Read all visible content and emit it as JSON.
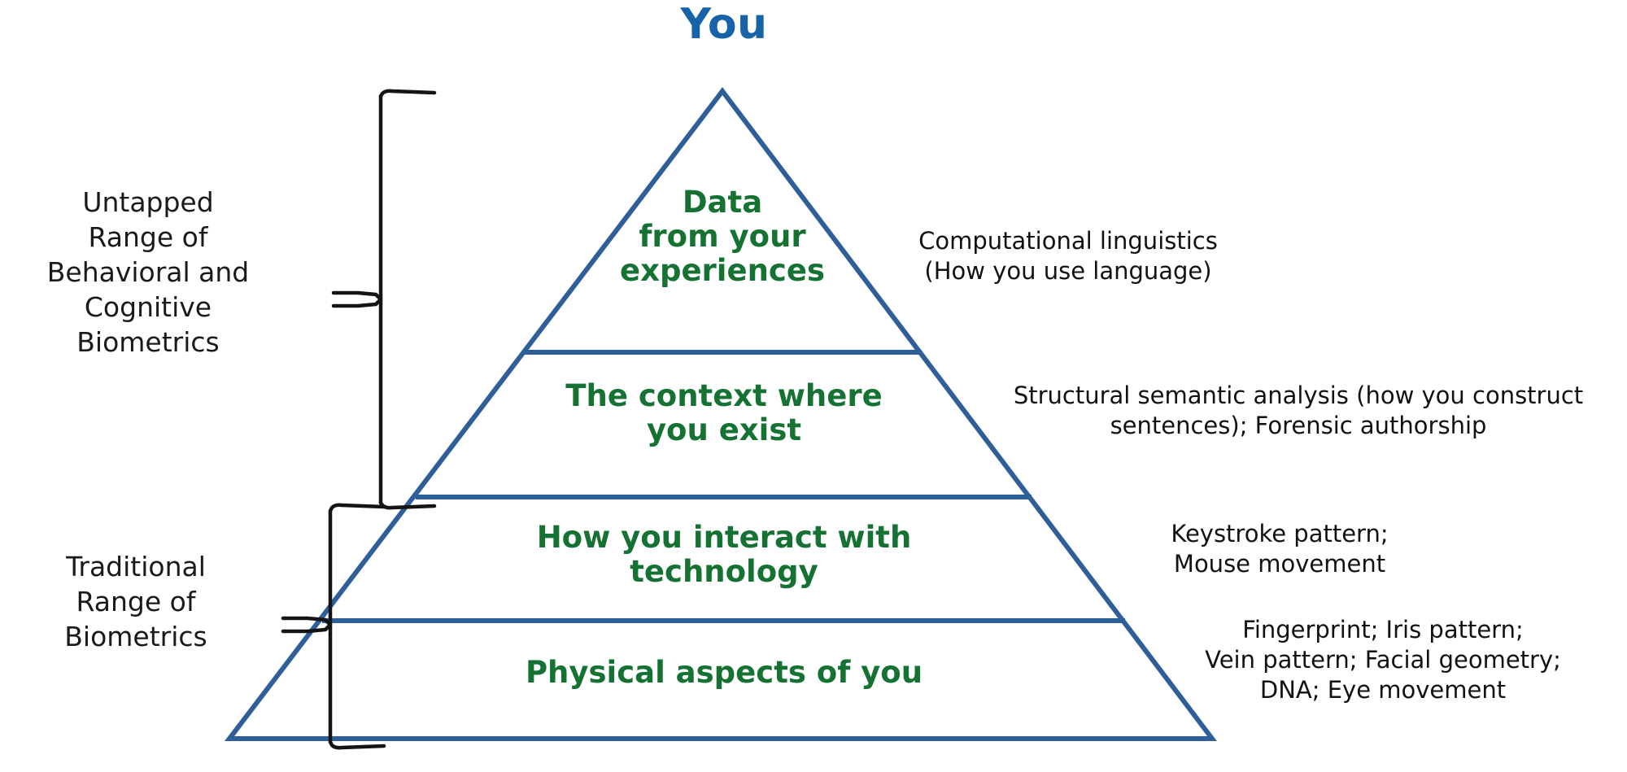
{
  "title": "You",
  "colors": {
    "title_blue": "#1763a8",
    "pyramid_stroke": "#2f5f98",
    "tier_text_green": "#157233",
    "annotation_text": "#121212",
    "bracket_stroke": "#141414",
    "background": "#ffffff"
  },
  "groups": [
    {
      "id": "untapped",
      "label": "Untapped\nRange of\nBehavioral and\nCognitive\nBiometrics",
      "lines": [
        "Untapped",
        "Range of",
        "Behavioral and",
        "Cognitive",
        "Biometrics"
      ]
    },
    {
      "id": "traditional",
      "label": "Traditional\nRange of\nBiometrics",
      "lines": [
        "Traditional",
        "Range of",
        "Biometrics"
      ]
    }
  ],
  "pyramid": {
    "tiers": [
      {
        "id": "experiences",
        "label": "Data\nfrom your\nexperiences",
        "lines": [
          "Data",
          "from your",
          "experiences"
        ],
        "annotation": "Computational linguistics\n(How you use language)",
        "annotation_lines": [
          "Computational linguistics",
          "(How you use language)"
        ]
      },
      {
        "id": "context",
        "label": "The context where\nyou exist",
        "lines": [
          "The context where",
          "you exist"
        ],
        "annotation": "Structural semantic analysis (how you construct\nsentences);  Forensic authorship",
        "annotation_lines": [
          "Structural semantic analysis (how you construct",
          "sentences);  Forensic authorship"
        ]
      },
      {
        "id": "technology",
        "label": "How you interact with\ntechnology",
        "lines": [
          "How you interact with",
          "technology"
        ],
        "annotation": "Keystroke pattern;\nMouse movement",
        "annotation_lines": [
          "Keystroke pattern;",
          "Mouse movement"
        ]
      },
      {
        "id": "physical",
        "label": "Physical aspects of you",
        "lines": [
          "Physical aspects of you"
        ],
        "annotation": "Fingerprint; Iris pattern;\nVein pattern; Facial geometry;\nDNA; Eye movement",
        "annotation_lines": [
          "Fingerprint; Iris pattern;",
          "Vein pattern; Facial geometry;",
          "DNA; Eye movement"
        ]
      }
    ]
  },
  "chart_data": {
    "type": "diagram",
    "shape": "pyramid",
    "title": "You",
    "levels_top_to_bottom": [
      "Data from your experiences",
      "The context where you exist",
      "How you interact with technology",
      "Physical aspects of you"
    ],
    "level_annotations": [
      "Computational linguistics (How you use language)",
      "Structural semantic analysis (how you construct sentences); Forensic authorship",
      "Keystroke pattern; Mouse movement",
      "Fingerprint; Iris pattern; Vein pattern; Facial geometry; DNA; Eye movement"
    ],
    "left_brackets": [
      {
        "label": "Untapped Range of Behavioral and Cognitive Biometrics",
        "covers_levels": [
          0,
          1
        ]
      },
      {
        "label": "Traditional Range of Biometrics",
        "covers_levels": [
          2,
          3
        ]
      }
    ]
  }
}
